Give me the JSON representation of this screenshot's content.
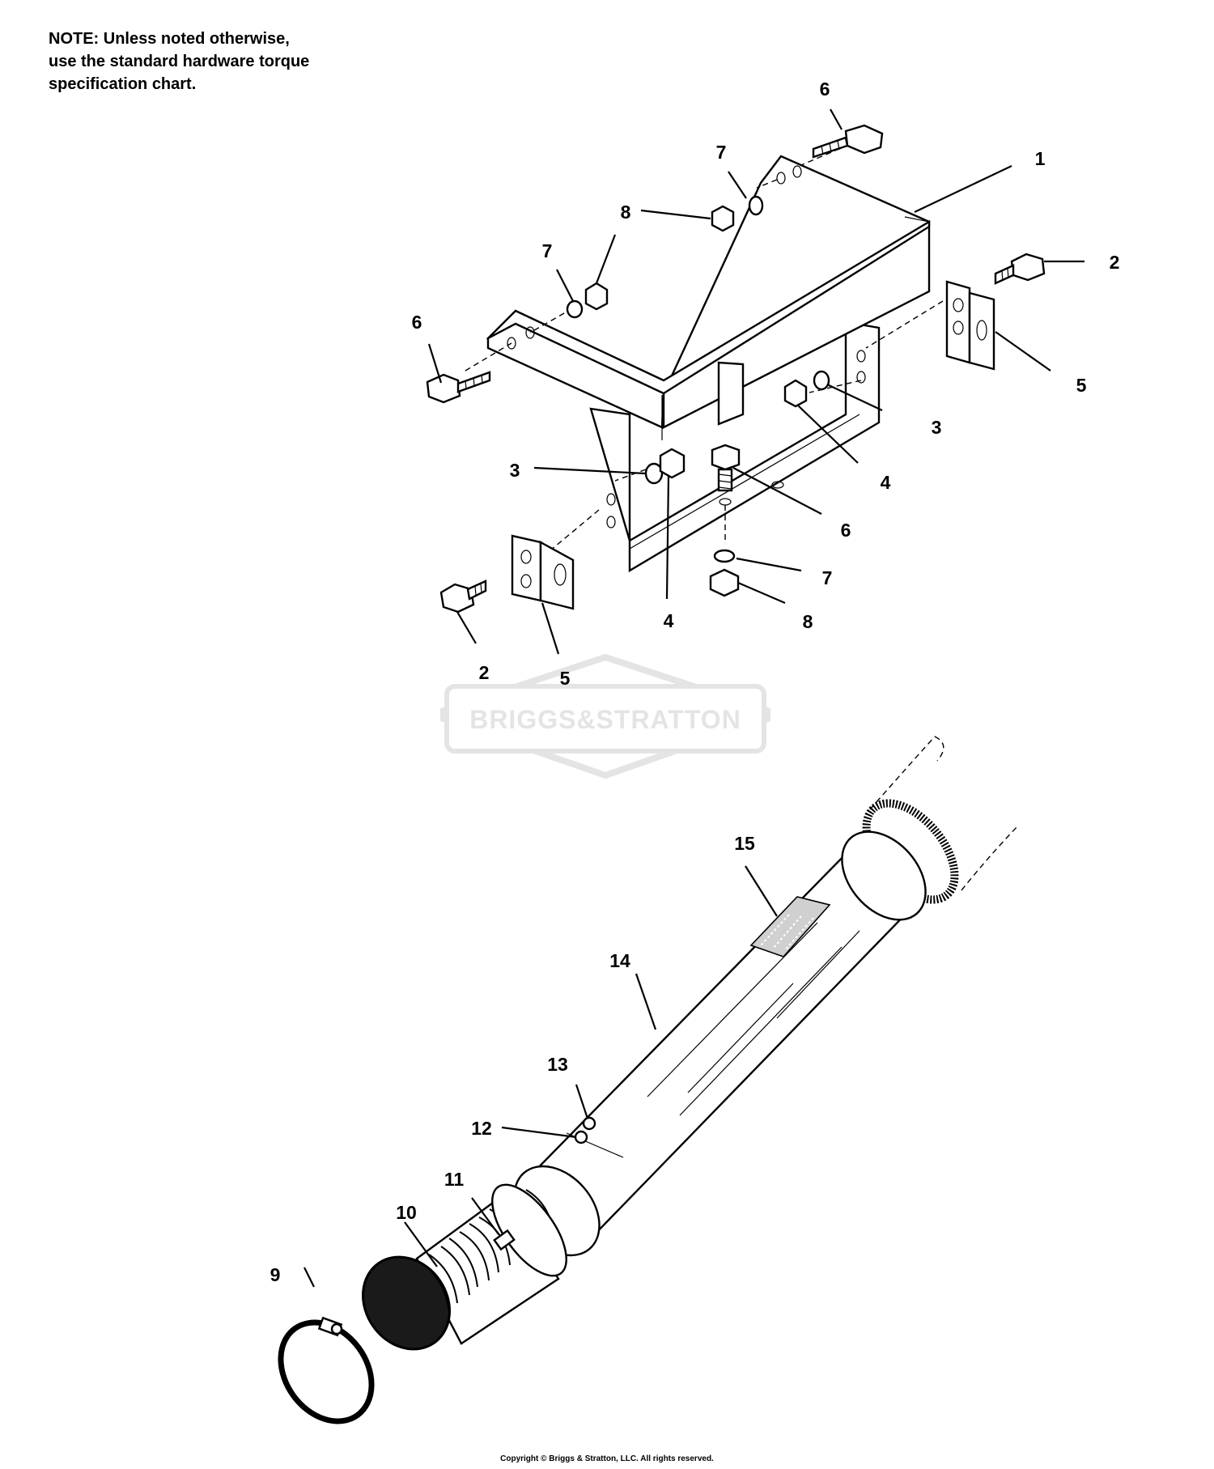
{
  "note": {
    "line1": "NOTE: Unless noted otherwise,",
    "line2": "use the standard hardware torque",
    "line3": "specification chart."
  },
  "watermark": {
    "brand": "BRIGGS&STRATTON"
  },
  "callouts": {
    "bracket": "1",
    "bolt_right": "2",
    "bolt_left": "2",
    "washer_right": "3",
    "washer_left": "3",
    "nut_right": "4",
    "nut_left": "4",
    "clamp_right": "5",
    "clamp_left": "5",
    "bolt_top_right": "6",
    "bolt_top_left": "6",
    "bolt_center": "6",
    "washer_top_right": "7",
    "washer_top_left": "7",
    "washer_bottom": "7",
    "nut_top_right": "8",
    "nut_bottom": "8",
    "hose_clamp": "9",
    "flex_hose": "10",
    "screw_clamp": "11",
    "washer_tube": "12",
    "screw_tube": "13",
    "tube": "14",
    "decal": "15"
  },
  "copyright": "Copyright © Briggs & Stratton, LLC. All rights reserved."
}
